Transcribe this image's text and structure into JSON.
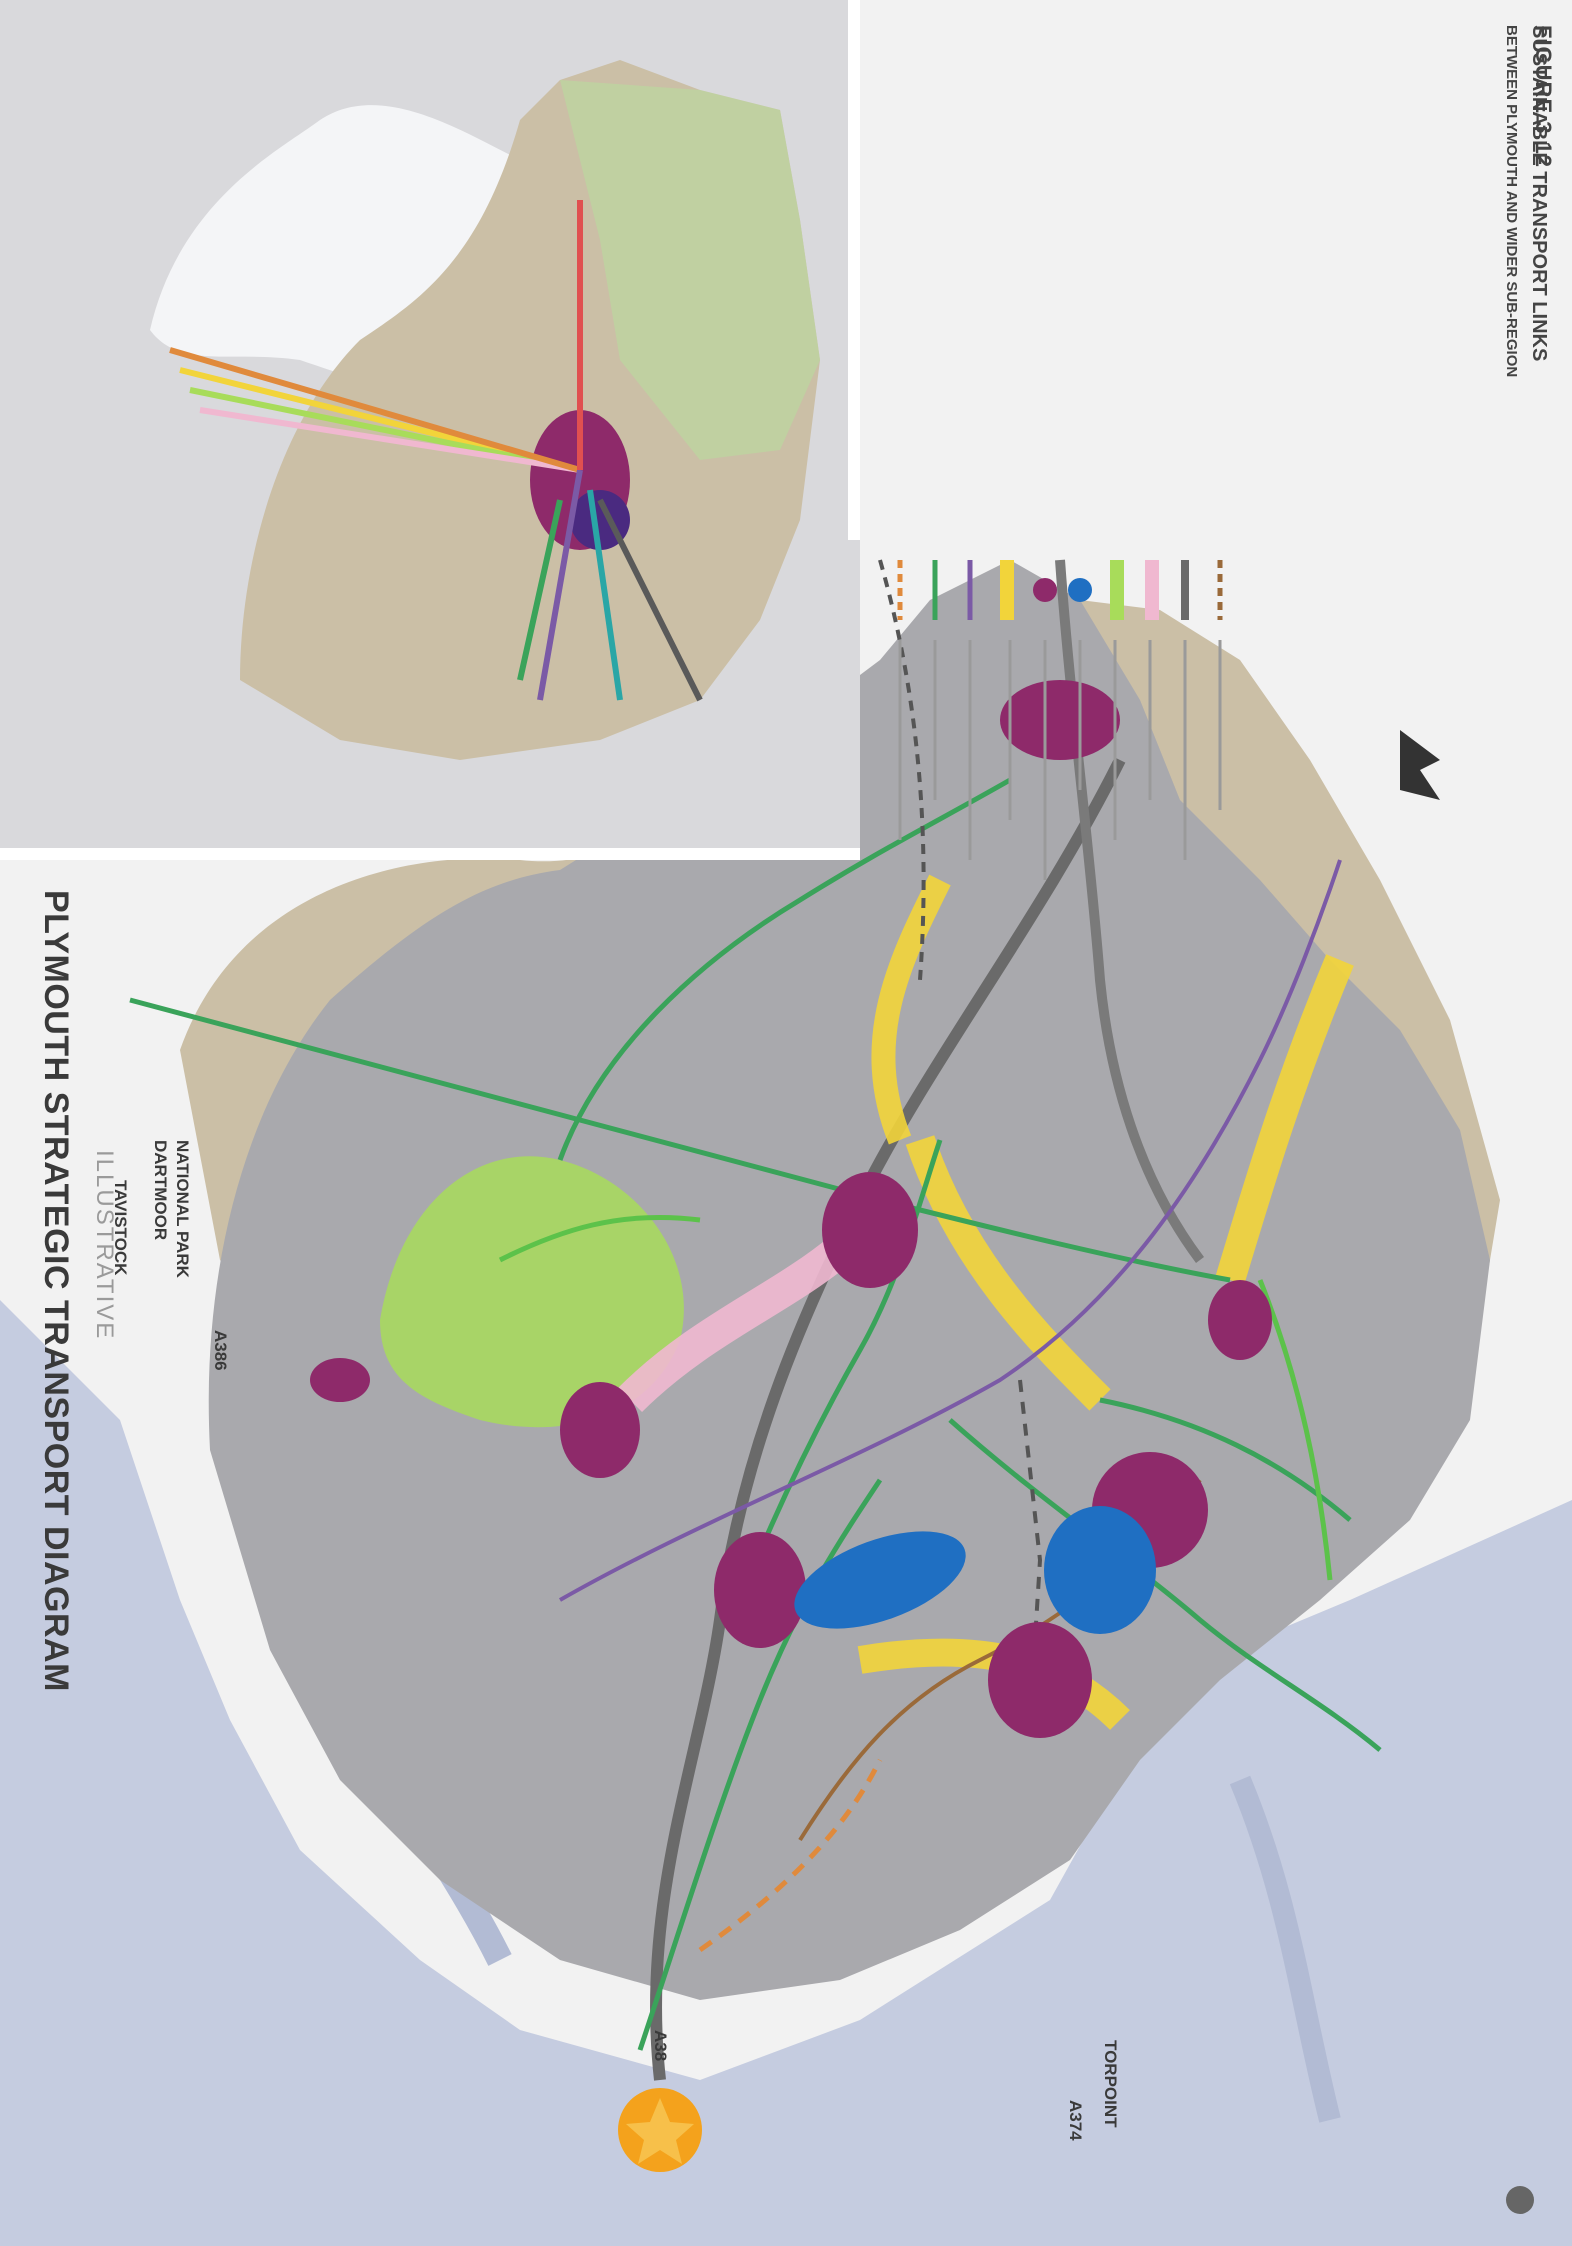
{
  "title": "PLYMOUTH STRATEGIC TRANSPORT DIAGRAM",
  "subtitle": "ILLUSTRATIVE",
  "inset": {
    "title_line1": "SUSTAINABLE TRANSPORT LINKS",
    "title_line2": "BETWEEN PLYMOUTH AND WIDER SUB-REGION"
  },
  "figure_label": "FIGURE 3.12",
  "place_labels": {
    "tavistock": "TAVISTOCK",
    "dartmoor": "DARTMOOR",
    "national_park": "NATIONAL PARK",
    "road_a386": "A386",
    "road_a38": "A38",
    "road_a374": "A374",
    "torpoint": "TORPOINT"
  },
  "legend": {
    "items": [
      {
        "symbol": "orange-dashed-line",
        "color": "#e08a3c"
      },
      {
        "symbol": "green-line",
        "color": "#3aa35a"
      },
      {
        "symbol": "purple-line",
        "color": "#7b5aa6"
      },
      {
        "symbol": "yellow-corridor",
        "color": "#f2d43a"
      },
      {
        "symbol": "magenta-node",
        "color": "#8e2a6a"
      },
      {
        "symbol": "blue-node",
        "color": "#1f6fc2"
      },
      {
        "symbol": "light-green-area",
        "color": "#a8dc5a"
      },
      {
        "symbol": "pink-corridor",
        "color": "#f0b8d0"
      },
      {
        "symbol": "grey-road",
        "color": "#6a6a6a"
      },
      {
        "symbol": "brown-dashed-line",
        "color": "#9a6a3a"
      }
    ]
  },
  "colors": {
    "urban_grey": "#a9a9ad",
    "rural_tan": "#cbbfa6",
    "water_blue": "#c5cce0",
    "dark_magenta": "#8e2a6a",
    "hub_blue": "#1f6fc2",
    "corridor_yellow": "#f2d43a",
    "bright_green": "#5cc24a",
    "city_centre_orange": "#f4a21c"
  },
  "icons": {
    "city_centre": "orange-star-icon",
    "compass": "north-arrow-icon",
    "logo": "council-crest-icon"
  }
}
